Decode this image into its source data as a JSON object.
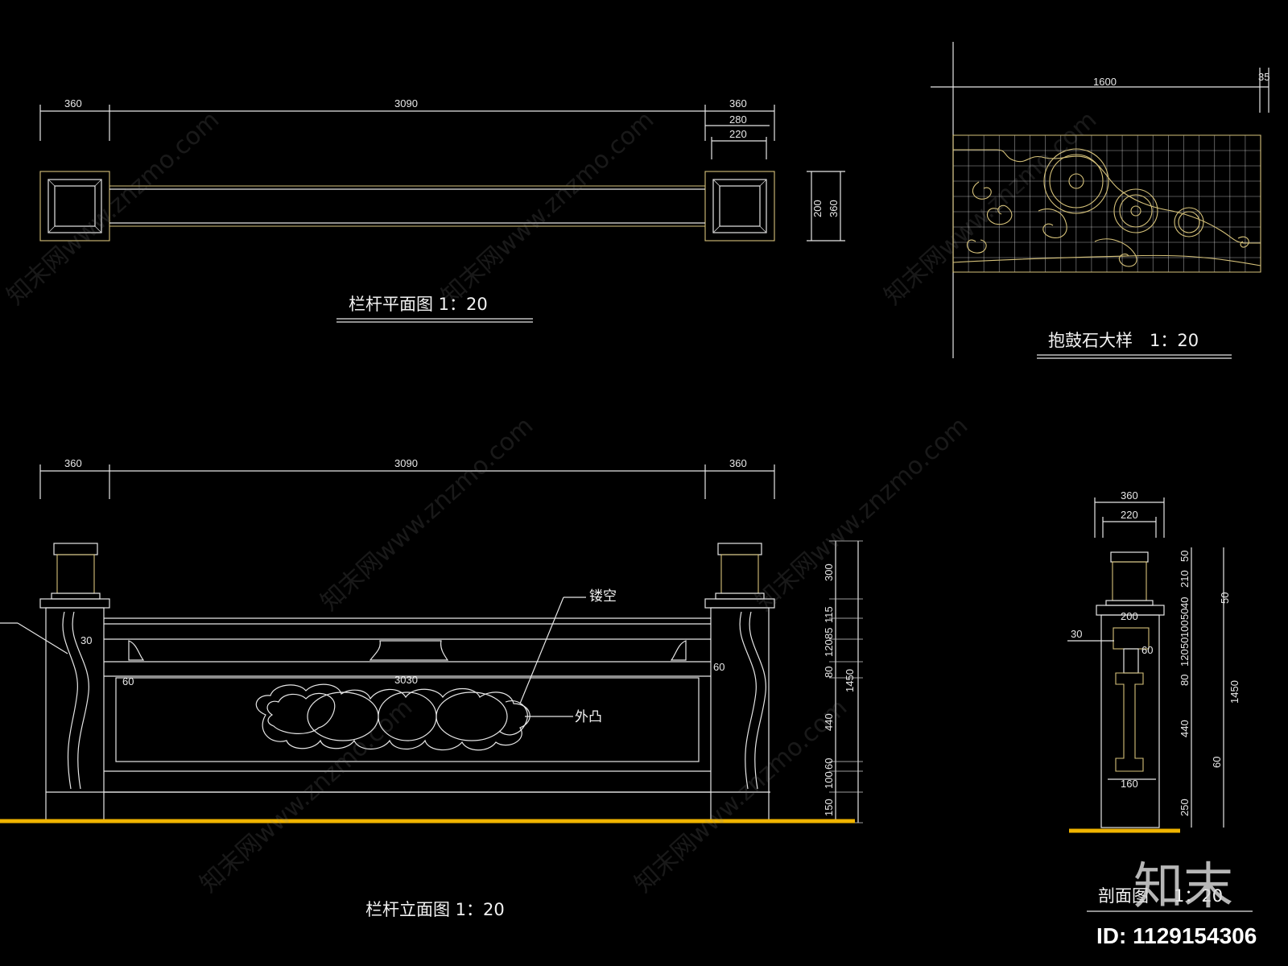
{
  "plan": {
    "title": "栏杆平面图 1：20",
    "dims": {
      "left": "360",
      "middle": "3090",
      "right": "360",
      "r280": "280",
      "r220": "220",
      "v200": "200",
      "v360": "360"
    }
  },
  "detail": {
    "title": "抱鼓石大样　1：20",
    "dims": {
      "width": "1600",
      "extra": "35"
    }
  },
  "elevation": {
    "title": "栏杆立面图 1：20",
    "dims": {
      "left": "360",
      "middle": "3090",
      "right": "360",
      "inner": "3030",
      "inset_left": "60",
      "inset_right": "60",
      "thirty": "30",
      "v300": "300",
      "v115": "115",
      "v85": "85",
      "v120": "120",
      "v80": "80",
      "v440": "440",
      "v60": "60",
      "v100": "100",
      "v150": "150",
      "total": "1450"
    },
    "notes": {
      "hollow": "镂空",
      "convex": "外凸"
    }
  },
  "section": {
    "title": "剖面图",
    "scale": "1：20",
    "dims": {
      "w360": "360",
      "w220": "220",
      "w200": "200",
      "w30": "30",
      "w60": "60",
      "w160": "160",
      "v50a": "50",
      "v210": "210",
      "v40": "40",
      "v50b": "50",
      "v100": "100",
      "v50c": "50",
      "v120": "120",
      "v80": "80",
      "v440": "440",
      "v60": "60",
      "v250": "250",
      "v50side": "50",
      "total": "1450"
    }
  },
  "watermark": {
    "text": "知末网www.znzmo.com"
  },
  "brand": {
    "logo": "知末",
    "id": "ID: 1129154306"
  }
}
